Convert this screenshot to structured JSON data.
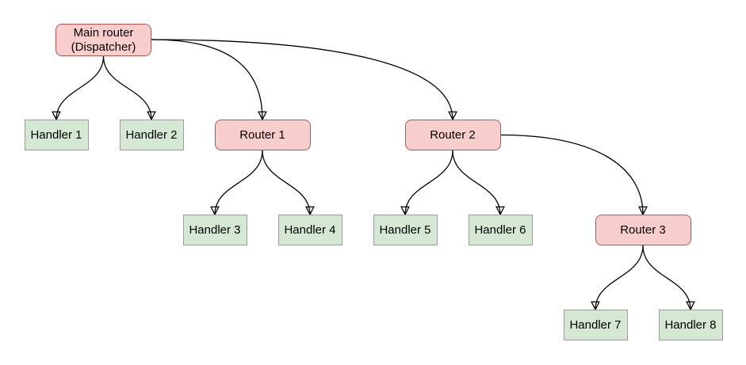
{
  "diagram": {
    "type": "flowchart",
    "background": "#ffffff",
    "colors": {
      "router_fill": "#f8cecc",
      "router_border": "#b85450",
      "handler_fill": "#d5e8d4",
      "handler_border": "#82b366",
      "edge_stroke": "#000000",
      "label_text": "#000000"
    },
    "nodes": [
      {
        "id": "main-router",
        "kind": "router",
        "lines": [
          "Main router",
          "(Dispatcher)"
        ]
      },
      {
        "id": "handler-1",
        "kind": "handler",
        "label": "Handler 1"
      },
      {
        "id": "handler-2",
        "kind": "handler",
        "label": "Handler 2"
      },
      {
        "id": "router-1",
        "kind": "router",
        "label": "Router 1"
      },
      {
        "id": "router-2",
        "kind": "router",
        "label": "Router 2"
      },
      {
        "id": "handler-3",
        "kind": "handler",
        "label": "Handler 3"
      },
      {
        "id": "handler-4",
        "kind": "handler",
        "label": "Handler 4"
      },
      {
        "id": "handler-5",
        "kind": "handler",
        "label": "Handler 5"
      },
      {
        "id": "handler-6",
        "kind": "handler",
        "label": "Handler 6"
      },
      {
        "id": "router-3",
        "kind": "router",
        "label": "Router 3"
      },
      {
        "id": "handler-7",
        "kind": "handler",
        "label": "Handler 7"
      },
      {
        "id": "handler-8",
        "kind": "handler",
        "label": "Handler 8"
      }
    ],
    "edges": [
      {
        "from": "main-router",
        "to": "handler-1"
      },
      {
        "from": "main-router",
        "to": "handler-2"
      },
      {
        "from": "main-router",
        "to": "router-1"
      },
      {
        "from": "main-router",
        "to": "router-2"
      },
      {
        "from": "router-1",
        "to": "handler-3"
      },
      {
        "from": "router-1",
        "to": "handler-4"
      },
      {
        "from": "router-2",
        "to": "handler-5"
      },
      {
        "from": "router-2",
        "to": "handler-6"
      },
      {
        "from": "router-2",
        "to": "router-3"
      },
      {
        "from": "router-3",
        "to": "handler-7"
      },
      {
        "from": "router-3",
        "to": "handler-8"
      }
    ]
  }
}
